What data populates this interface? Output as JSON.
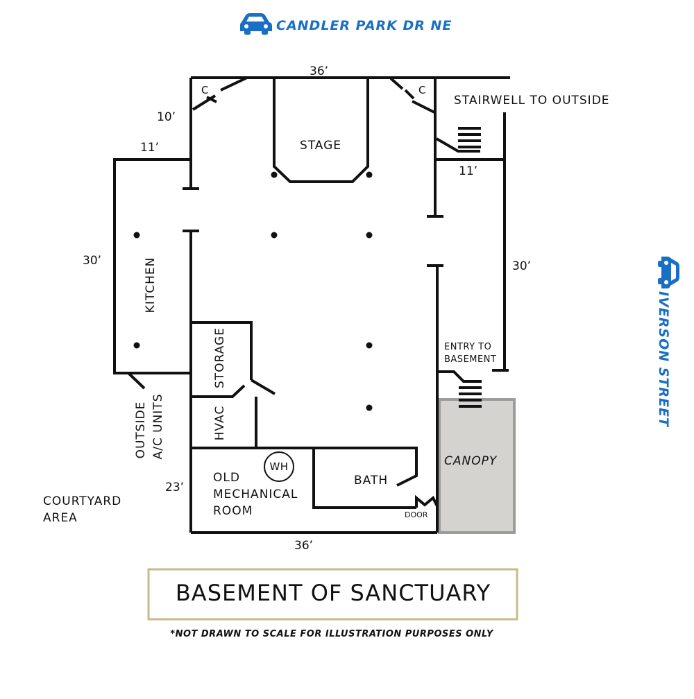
{
  "colors": {
    "street": "#1a6fc4",
    "frame": "#c9b98a",
    "canopy_fill": "#d4d3d0",
    "canopy_border": "#9c9c9a",
    "walls": "#111111"
  },
  "streets": {
    "top": "CANDLER PARK DR NE",
    "right": "IVERSON STREET",
    "icon": "car-icon"
  },
  "dimensions": {
    "top": "36’",
    "top_left": "10’",
    "kitchen_top": "11’",
    "stair_bottom": "11’",
    "left": "30’",
    "right": "30’",
    "bottom_left": "23’",
    "bottom": "36’"
  },
  "rooms": {
    "closet_left": "C",
    "closet_right": "C",
    "stage": "STAGE",
    "stairwell": "STAIRWELL TO OUTSIDE",
    "kitchen": "KITCHEN",
    "storage": "STORAGE",
    "hvac": "HVAC",
    "outside_ac_line1": "OUTSIDE",
    "outside_ac_line2": "A/C UNITS",
    "mechanical_line1": "OLD",
    "mechanical_line2": "MECHANICAL",
    "mechanical_line3": "ROOM",
    "water_heater": "WH",
    "bath": "BATH",
    "door": "DOOR",
    "entry_line1": "ENTRY TO",
    "entry_line2": "BASEMENT",
    "canopy": "CANOPY",
    "courtyard_line1": "COURTYARD",
    "courtyard_line2": "AREA"
  },
  "title": "BASEMENT OF SANCTUARY",
  "note": "*NOT DRAWN TO SCALE FOR ILLUSTRATION PURPOSES ONLY"
}
